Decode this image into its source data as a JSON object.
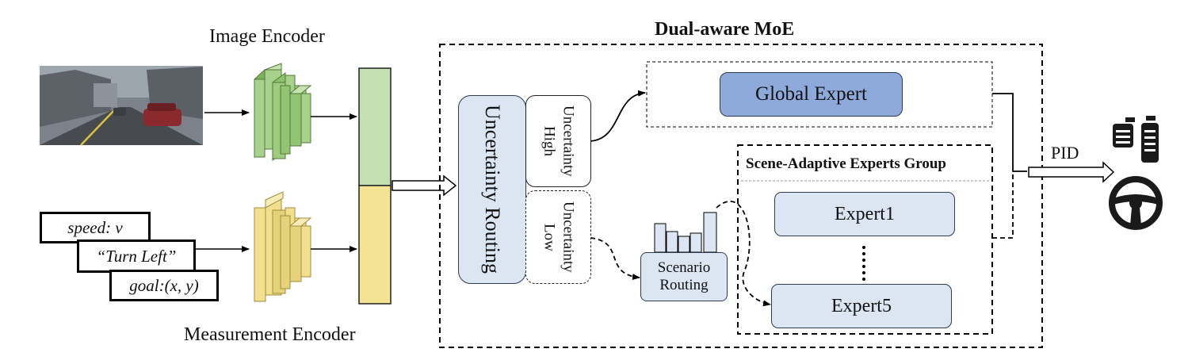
{
  "image_encoder": {
    "title": "Image Encoder"
  },
  "measurement_encoder": {
    "title": "Measurement Encoder"
  },
  "measurements": [
    {
      "text": "speed: v"
    },
    {
      "text": "“Turn Left”"
    },
    {
      "text": "goal:(x, y)"
    }
  ],
  "moe": {
    "title": "Dual-aware MoE",
    "uncertainty_routing": "Uncertainty Routing",
    "high_uncertainty": [
      "High",
      "Uncertainty"
    ],
    "low_uncertainty": [
      "Low",
      "Uncertainty"
    ],
    "global_expert": "Global Expert",
    "scene_group_title": "Scene-Adaptive Experts Group",
    "expert_first": "Expert1",
    "expert_last": "Expert5",
    "scenario_routing": [
      "Scenario",
      "Routing"
    ]
  },
  "output": {
    "pid_label": "PID",
    "pedals_icon": "pedals-icon",
    "steering_icon": "steering-wheel-icon"
  },
  "colors": {
    "cnn_green": "#a9d18e",
    "cnn_yellow": "#f2e08e",
    "feature_green": "#c5e0b3",
    "feature_yellow": "#f3e392",
    "routing_fill": "#dce6f3",
    "global_expert_fill": "#8eaadb",
    "expert_fill": "#dce6f3"
  }
}
